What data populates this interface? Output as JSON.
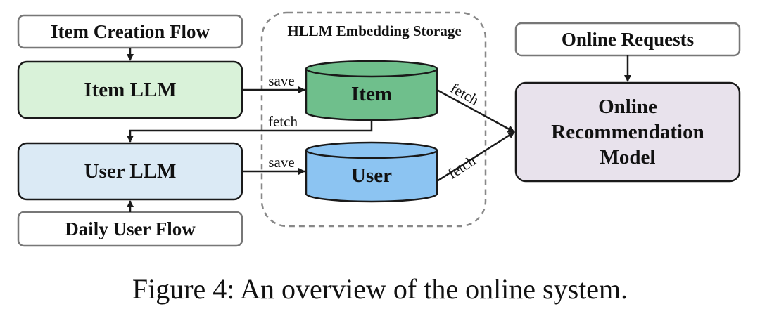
{
  "storage": {
    "title": "HLLM Embedding Storage"
  },
  "nodes": {
    "item_creation_flow": "Item Creation Flow",
    "item_llm": "Item LLM",
    "user_llm": "User LLM",
    "daily_user_flow": "Daily User Flow",
    "item_store": "Item",
    "user_store": "User",
    "online_requests": "Online Requests",
    "online_model_line1": "Online",
    "online_model_line2": "Recommendation",
    "online_model_line3": "Model"
  },
  "edges": {
    "save_item": "save",
    "save_user": "save",
    "fetch_item_to_user": "fetch",
    "fetch_item_to_model": "fetch",
    "fetch_user_to_model": "fetch"
  },
  "caption": "Figure 4: An overview of the online system.",
  "colors": {
    "item_llm_fill": "#d9f2d9",
    "user_llm_fill": "#dbeaf5",
    "item_store_fill": "#6fbf8c",
    "user_store_fill": "#8cc4f2",
    "model_fill": "#e8e2ec",
    "stroke": "#1a1a1a",
    "dashed": "#888888"
  }
}
